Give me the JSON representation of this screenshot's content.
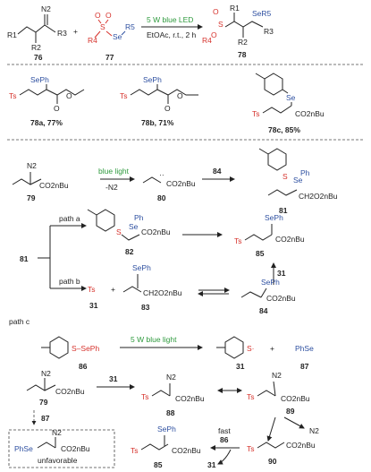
{
  "part1": {
    "compound_76": "76",
    "compound_77": "77",
    "compound_78": "78",
    "plus": "+",
    "condition_light": "5 W blue LED",
    "condition_solvent": "EtOAc, r.t., 2 h",
    "lbl_N2": "N2",
    "lbl_R1": "R1",
    "lbl_R2": "R2",
    "lbl_R3": "R3",
    "lbl_R4": "R4",
    "lbl_R5": "R5",
    "lbl_S": "S",
    "lbl_Se": "Se",
    "lbl_O": "O",
    "lbl_SeR5": "SeR5"
  },
  "part2": {
    "ts": "Ts",
    "seph": "SePh",
    "se": "Se",
    "ester_bu": "CO2nBu",
    "ex_a": "78a, 77%",
    "ex_b": "78b, 71%",
    "ex_c": "78c, 85%"
  },
  "part3": {
    "c79": "79",
    "c80": "80",
    "c81": "81",
    "c82": "82",
    "c83": "83",
    "c84": "84",
    "c85": "85",
    "c31": "31",
    "c86": "86",
    "c87": "87",
    "c88": "88",
    "c89": "89",
    "c90": "90",
    "blue_light": "blue light",
    "minus_n2": "-N2",
    "path_a": "path a",
    "path_b": "path b",
    "path_c": "path c",
    "blue_light_5w": "5 W blue light",
    "fast": "fast",
    "n2": "N2",
    "ph": "Ph",
    "phse": "PhSe",
    "ch2": "CH2O2nBu",
    "co2bu": "CO2nBu",
    "unfavorable": "unfavorable",
    "plus": "+",
    "sephlink": "S–SePh",
    "ts": "Ts",
    "seph": "SePh"
  }
}
